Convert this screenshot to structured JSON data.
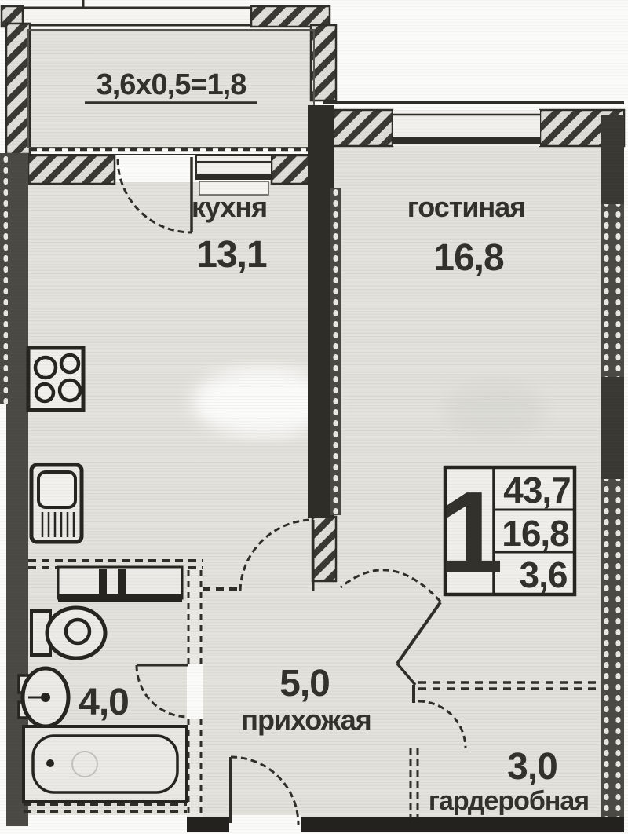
{
  "plan": {
    "balcony": {
      "dimensions_label": "3,6x0,5=1,8"
    },
    "rooms": [
      {
        "key": "kitchen",
        "name": "кухня",
        "area": "13,1"
      },
      {
        "key": "living",
        "name": "гостиная",
        "area": "16,8"
      },
      {
        "key": "hallway",
        "name": "прихожая",
        "area": "5,0"
      },
      {
        "key": "bathroom",
        "area": "4,0"
      },
      {
        "key": "wardrobe",
        "name": "гардеробная",
        "area": "3,0"
      }
    ],
    "info_table": {
      "rooms_count": "1",
      "total_area": "43,7",
      "living_area": "16,8",
      "extra_area": "3,6"
    },
    "colors": {
      "paper": "#e3e2dc",
      "wall_dark": "#2e2d28",
      "wall_gray": "#4b4a44",
      "ink": "#32312c",
      "background": "#fbfbf9"
    }
  }
}
